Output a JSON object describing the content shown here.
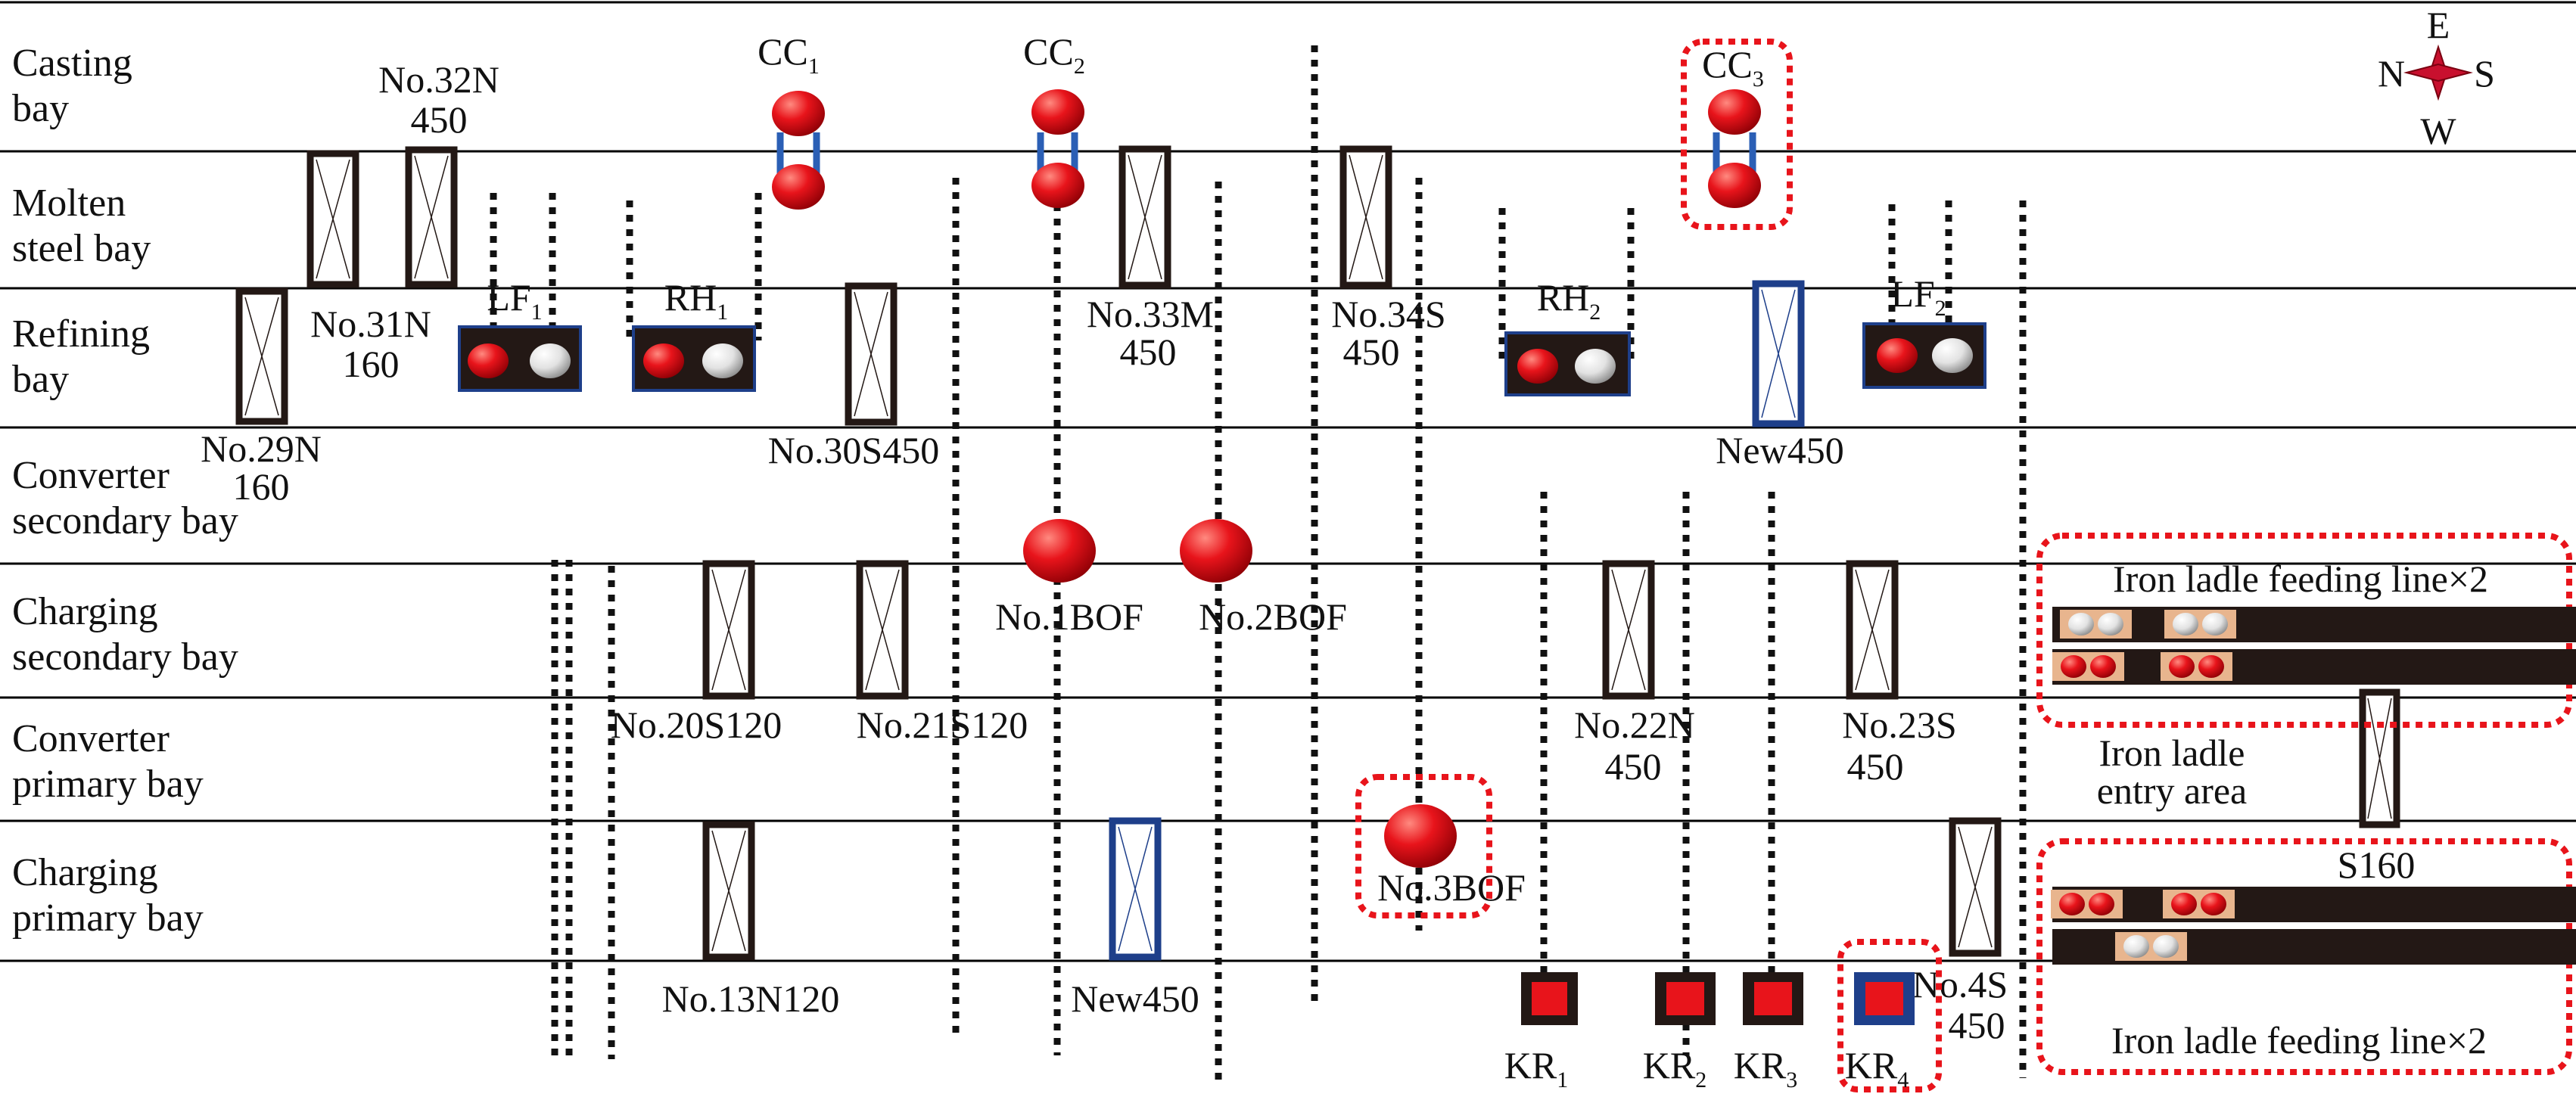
{
  "bays": [
    {
      "line1": "Casting",
      "line2": "bay"
    },
    {
      "line1": "Molten",
      "line2": "steel bay"
    },
    {
      "line1": "Refining",
      "line2": "bay"
    },
    {
      "line1": "Converter",
      "line2": "secondary bay"
    },
    {
      "line1": "Charging",
      "line2": "secondary bay"
    },
    {
      "line1": "Converter",
      "line2": "primary bay"
    },
    {
      "line1": "Charging",
      "line2": "primary bay"
    }
  ],
  "compass": {
    "north": "N",
    "south": "S",
    "east": "E",
    "west": "W"
  },
  "cranes": [
    {
      "top": "No.32N",
      "bottom": "450"
    },
    {
      "top": "No.31N",
      "bottom": "160"
    },
    {
      "top": "No.29N",
      "bottom": "160"
    },
    {
      "top": "No.30S450",
      "bottom": ""
    },
    {
      "top": "No.33M",
      "bottom": "450"
    },
    {
      "top": "No.34S",
      "bottom": "450"
    },
    {
      "top": "New450",
      "bottom": ""
    },
    {
      "top": "No.20S120",
      "bottom": ""
    },
    {
      "top": "No.21S120",
      "bottom": ""
    },
    {
      "top": "No.22N",
      "bottom": "450"
    },
    {
      "top": "No.23S",
      "bottom": "450"
    },
    {
      "top": "No.13N120",
      "bottom": ""
    },
    {
      "top": "New450",
      "bottom": ""
    },
    {
      "top": "No.4S",
      "bottom": "450"
    }
  ],
  "casters": [
    {
      "name": "CC",
      "sub": "1"
    },
    {
      "name": "CC",
      "sub": "2"
    },
    {
      "name": "CC",
      "sub": "3"
    }
  ],
  "refining": [
    {
      "name": "LF",
      "sub": "1"
    },
    {
      "name": "RH",
      "sub": "1"
    },
    {
      "name": "RH",
      "sub": "2"
    },
    {
      "name": "LF",
      "sub": "2"
    }
  ],
  "converters": [
    "No.1BOF",
    "No.2BOF",
    "No.3BOF"
  ],
  "kr": [
    {
      "name": "KR",
      "sub": "1"
    },
    {
      "name": "KR",
      "sub": "2"
    },
    {
      "name": "KR",
      "sub": "3"
    },
    {
      "name": "KR",
      "sub": "4"
    }
  ],
  "iron_area": {
    "feeding_line_top": "Iron ladle feeding line×2",
    "entry_line1": "Iron ladle",
    "entry_line2": "entry area",
    "s160": "S160",
    "feeding_line_bottom": "Iron ladle feeding line×2"
  },
  "colors": {
    "ladle_red": "#e8141b",
    "ladle_white": "#e6e6e6",
    "highlight": "#e8141b",
    "new_crane": "#1e3f8a",
    "track": "#231815"
  }
}
